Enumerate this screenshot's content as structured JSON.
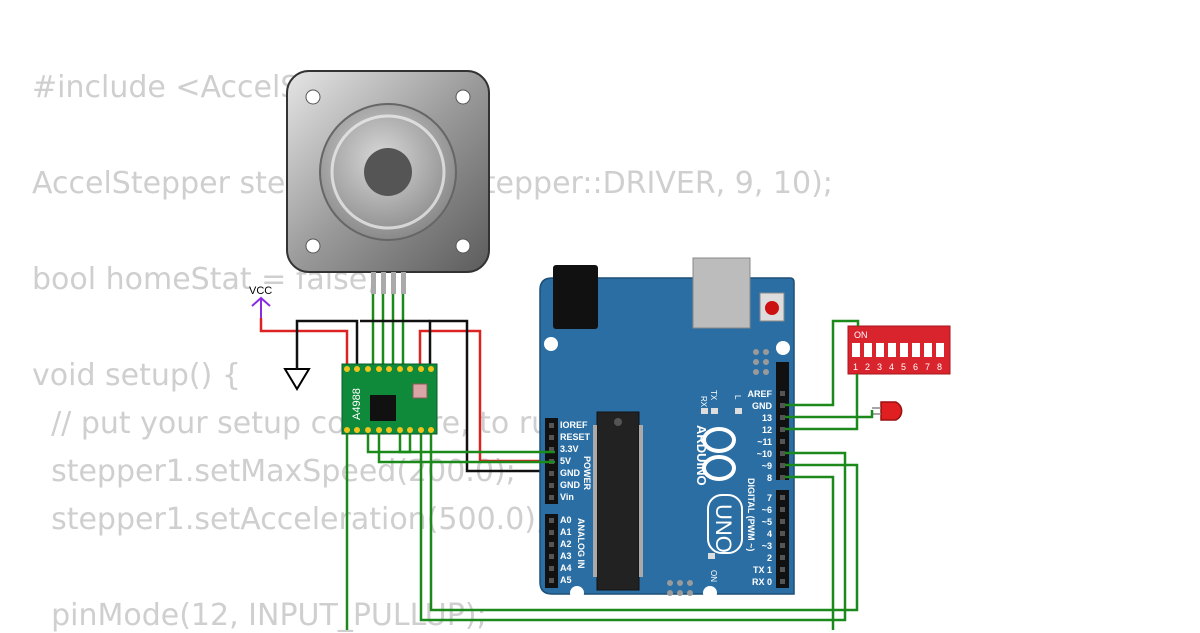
{
  "code": {
    "lines": [
      "#include <AccelStepper.h>",
      "",
      "AccelStepper stepper1(AccelStepper::DRIVER, 9, 10);",
      "",
      "bool homeStat = false;",
      "",
      "void setup() {",
      "  // put your setup code here, to run once:",
      "  stepper1.setMaxSpeed(200.0);",
      "  stepper1.setAcceleration(500.0);",
      "",
      "  pinMode(12, INPUT_PULLUP);"
    ]
  },
  "components": {
    "vcc_label": "VCC",
    "driver_label": "A4988",
    "arduino": {
      "brand": "ARDUINO",
      "model": "UNO",
      "on_label": "ON",
      "power_label": "POWER",
      "analog_label": "ANALOG IN",
      "digital_label": "DIGITAL (PWM ~)",
      "tx_label": "TX",
      "rx_label": "RX",
      "l_label": "L",
      "power_pins": [
        "IOREF",
        "RESET",
        "3.3V",
        "5V",
        "GND",
        "GND",
        "Vin"
      ],
      "analog_pins": [
        "A0",
        "A1",
        "A2",
        "A3",
        "A4",
        "A5"
      ],
      "digital_top_pins": [
        "AREF",
        "GND",
        "13",
        "12",
        "~11",
        "~10",
        "~9",
        "8"
      ],
      "digital_bottom_pins": [
        "7",
        "~6",
        "~5",
        "4",
        "~3",
        "2",
        "TX 1",
        "RX 0"
      ]
    },
    "dip_switch": {
      "on_label": "ON",
      "numbers": [
        "1",
        "2",
        "3",
        "4",
        "5",
        "6",
        "7",
        "8"
      ]
    }
  },
  "colors": {
    "wire_green": "#1b8a1b",
    "wire_red": "#dd2222",
    "wire_black": "#111111",
    "vcc_purple": "#8a2be2",
    "board_blue": "#2b6ea3",
    "driver_green": "#0f8a3a",
    "dip_red": "#d9232d",
    "led_red": "#e02020"
  }
}
